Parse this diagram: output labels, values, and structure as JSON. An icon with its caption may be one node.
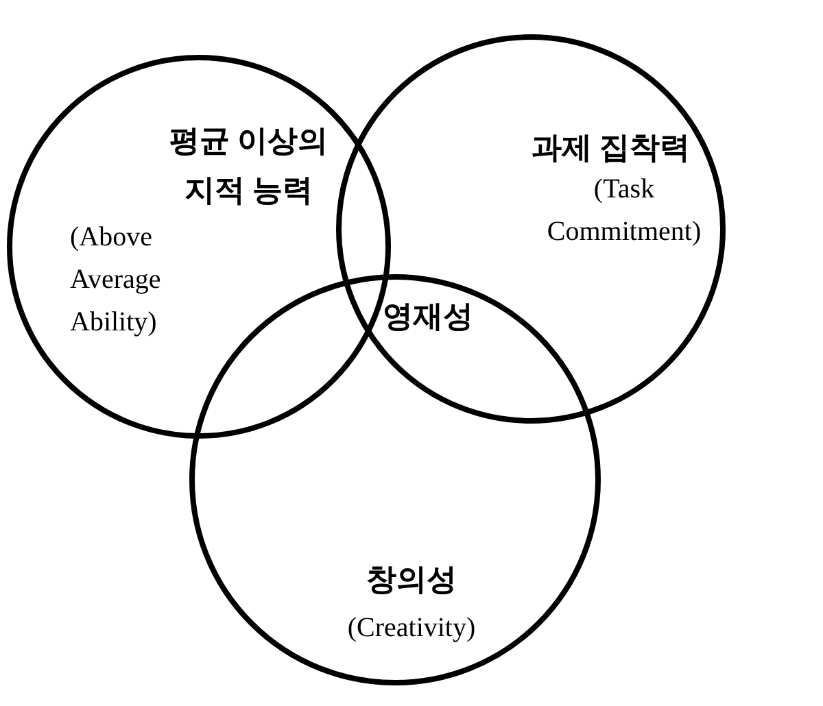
{
  "diagram": {
    "nodes": [
      {
        "text": [
          "평균 이상의 지적 능력",
          "(Above Average Ability)"
        ]
      },
      {
        "text": [
          "과제 집착력",
          "(Task Commitment)"
        ]
      },
      {
        "text": [
          "창의성",
          "(Creativity)"
        ]
      }
    ],
    "labels": [
      "영재성"
    ]
  }
}
